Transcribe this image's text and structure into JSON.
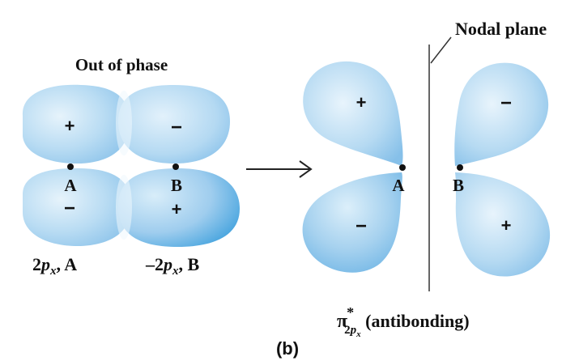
{
  "left_panel": {
    "title": "Out of phase",
    "lobes": {
      "a_top_sign": "+",
      "a_bottom_sign": "−",
      "b_top_sign": "−",
      "b_bottom_sign": "+"
    },
    "atom_a": "A",
    "atom_b": "B",
    "caption_a": {
      "main": "2",
      "italic": "p",
      "sub": "x",
      "tail": ", A"
    },
    "caption_b": {
      "main": "–2",
      "italic": "p",
      "sub": "x",
      "tail": ", B"
    }
  },
  "right_panel": {
    "nodal_label": "Nodal plane",
    "lobes": {
      "a_top_sign": "+",
      "a_bottom_sign": "−",
      "b_top_sign": "−",
      "b_bottom_sign": "+"
    },
    "atom_a": "A",
    "atom_b": "B",
    "caption": {
      "pi": "π",
      "star": "*",
      "sub_main": "2",
      "sub_italic": "p",
      "sub_sub": "x",
      "text": " (antibonding)"
    }
  },
  "panel_label": "(b)",
  "colors": {
    "lobe_light": "#d6ebf8",
    "lobe_mid": "#9fcdee",
    "lobe_dark": "#4fa8e0",
    "ink": "#111111"
  }
}
